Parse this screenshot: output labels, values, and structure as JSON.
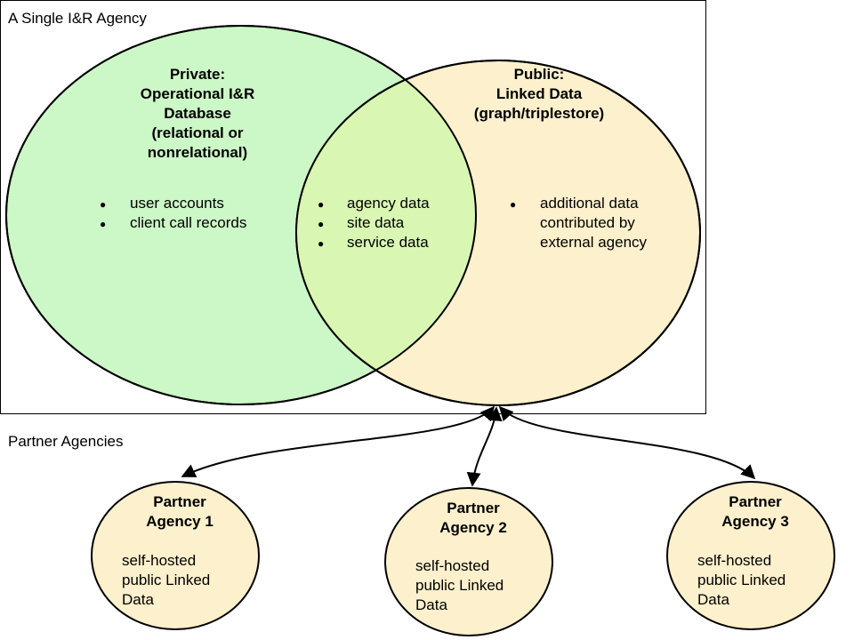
{
  "agency_box": {
    "title": "A Single I&R Agency"
  },
  "partners_title": "Partner Agencies",
  "private_circle": {
    "title_lines": [
      "Private:",
      "Operational I&R",
      "Database",
      "(relational or",
      "nonrelational)"
    ],
    "items": [
      "user accounts",
      "client call records"
    ],
    "fill": "#ccf7c6"
  },
  "public_circle": {
    "title_lines": [
      "Public:",
      "Linked Data",
      "(graph/triplestore)"
    ],
    "items": [
      "additional data contributed by external agency"
    ],
    "item_lines": [
      "additional data",
      "contributed by",
      "external agency"
    ],
    "fill": "#fdf0cc"
  },
  "overlap": {
    "items": [
      "agency data",
      "site data",
      "service data"
    ],
    "fill": "#d9f7b3"
  },
  "partners": [
    {
      "title_lines": [
        "Partner",
        "Agency 1"
      ],
      "desc_lines": [
        "self-hosted",
        "public Linked",
        "Data"
      ]
    },
    {
      "title_lines": [
        "Partner",
        "Agency 2"
      ],
      "desc_lines": [
        "self-hosted",
        "public Linked",
        "Data"
      ]
    },
    {
      "title_lines": [
        "Partner",
        "Agency 3"
      ],
      "desc_lines": [
        "self-hosted",
        "public Linked",
        "Data"
      ]
    }
  ],
  "partner_fill": "#fdf0cc",
  "bullet": "●"
}
